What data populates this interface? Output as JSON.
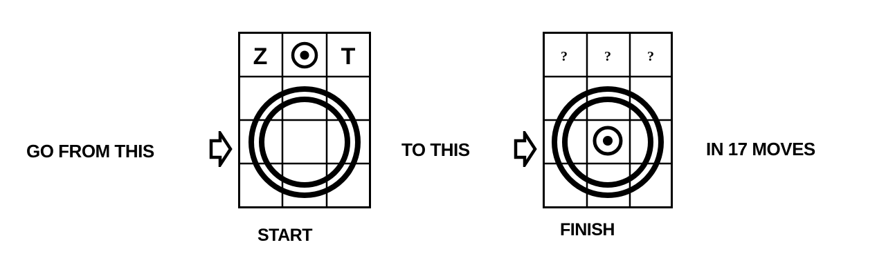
{
  "instruction": {
    "prefix": "GO FROM THIS",
    "middle": "TO THIS",
    "suffix": "IN 17 MOVES"
  },
  "boards": {
    "start": {
      "caption": "START",
      "top_row": [
        "Z",
        "target-icon",
        "T"
      ]
    },
    "finish": {
      "caption": "FINISH",
      "top_row": [
        "?",
        "?",
        "?"
      ],
      "center_piece": "target-icon"
    }
  },
  "icons": {
    "arrow": "right-arrow-icon",
    "ring": "double-ring-icon"
  },
  "colors": {
    "ink": "#000000",
    "paper": "#ffffff"
  }
}
